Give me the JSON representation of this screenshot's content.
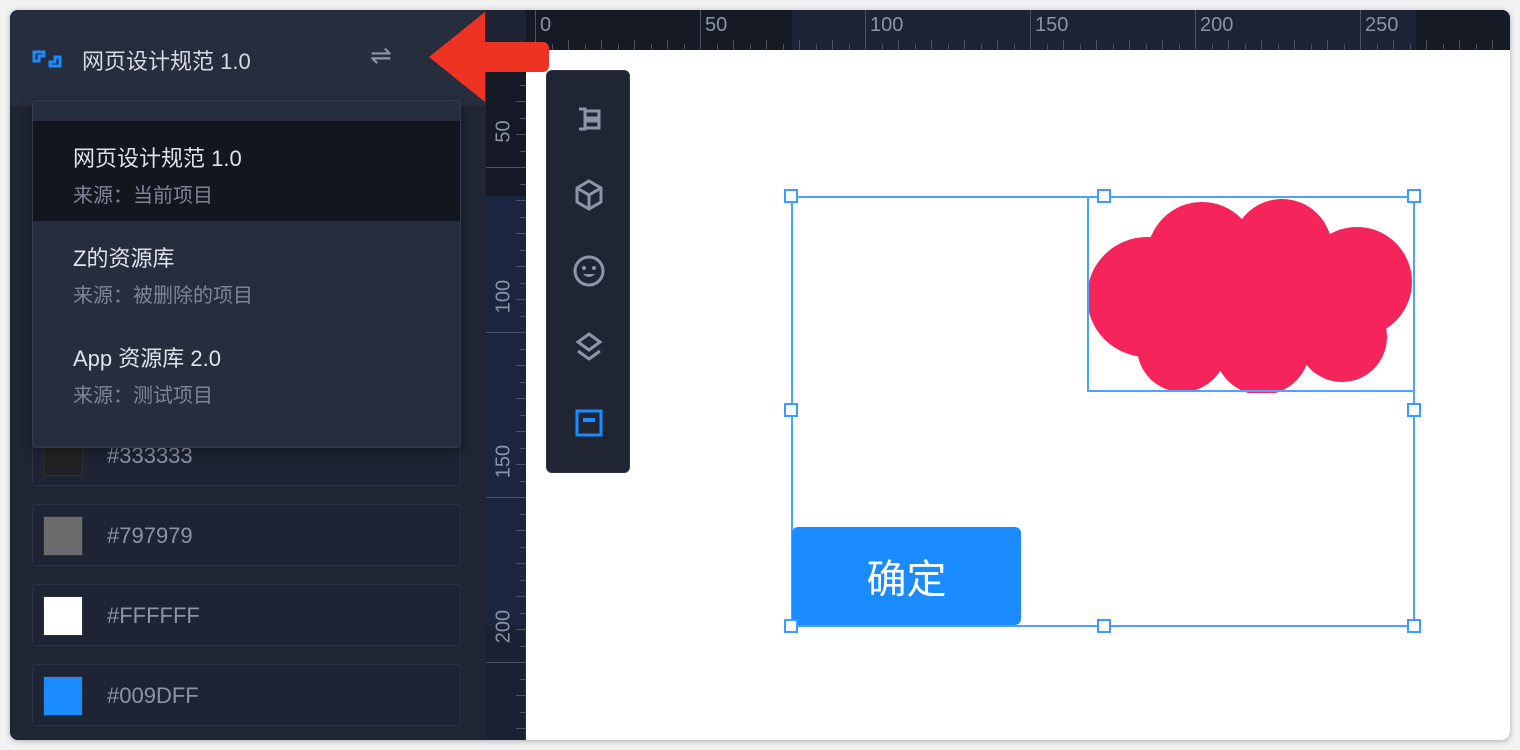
{
  "header": {
    "title": "网页设计规范 1.0",
    "logo_icon": "library-icon",
    "swap_icon": "swap-icon"
  },
  "dropdown": {
    "items": [
      {
        "name": "网页设计规范 1.0",
        "source": "来源：当前项目",
        "selected": true
      },
      {
        "name": "Z的资源库",
        "source": "来源：被删除的项目",
        "selected": false
      },
      {
        "name": "App 资源库 2.0",
        "source": "来源：测试项目",
        "selected": false
      }
    ]
  },
  "colors": [
    {
      "hex": "#333333",
      "swatch": "#222222"
    },
    {
      "hex": "#797979",
      "swatch": "#6b6b6b"
    },
    {
      "hex": "#FFFFFF",
      "swatch": "#ffffff"
    },
    {
      "hex": "#009DFF",
      "swatch": "#1b8cff"
    }
  ],
  "ruler": {
    "horizontal": [
      "0",
      "50",
      "100",
      "150",
      "200",
      "250"
    ],
    "vertical": [
      "50",
      "100",
      "150",
      "200"
    ]
  },
  "toolbar": [
    "layout-icon",
    "component-icon",
    "emoji-icon",
    "layers-icon",
    "frame-icon"
  ],
  "canvas": {
    "button_label": "确定",
    "cloud_color": "#F5245A",
    "accent": "#1b8cff",
    "annotation_color": "#EE3322"
  }
}
